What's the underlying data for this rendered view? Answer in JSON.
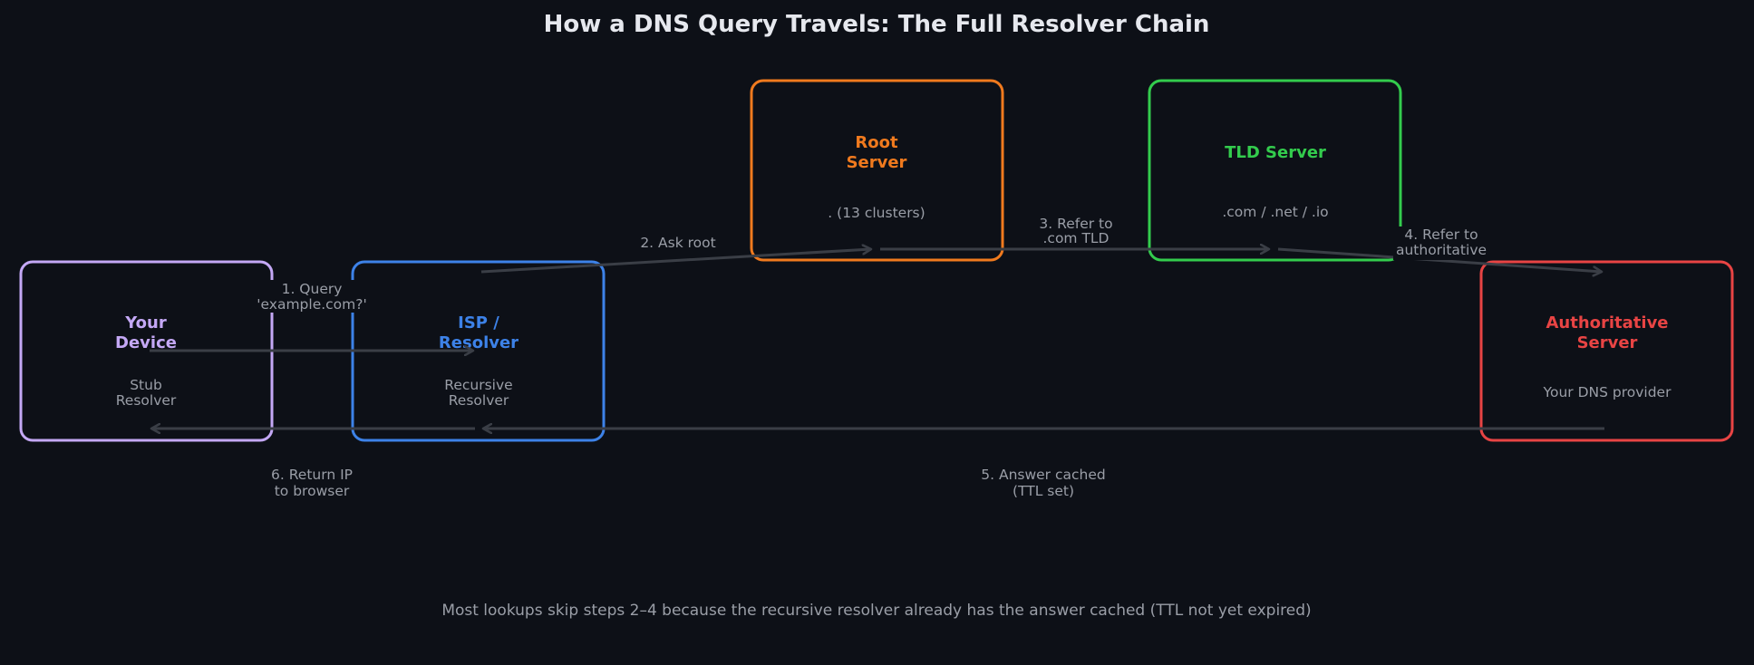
{
  "title": "How a DNS Query Travels: The Full Resolver Chain",
  "colors": {
    "background": "#0d1017",
    "arrow": "#3a3e46",
    "muted_text": "#9a9ea7",
    "title_text": "#e6e8ee",
    "device": "#c4a8f5",
    "isp": "#3d82e8",
    "root": "#f07a1e",
    "tld": "#33cc4d",
    "authoritative": "#e84444"
  },
  "nodes": {
    "device": {
      "title_line1": "Your",
      "title_line2": "Device",
      "sub_line1": "Stub",
      "sub_line2": "Resolver"
    },
    "isp": {
      "title_line1": "ISP /",
      "title_line2": "Resolver",
      "sub_line1": "Recursive",
      "sub_line2": "Resolver"
    },
    "root": {
      "title_line1": "Root",
      "title_line2": "Server",
      "sub_line1": ". (13 clusters)"
    },
    "tld": {
      "title_line1": "TLD Server",
      "sub_line1": ".com / .net / .io"
    },
    "authoritative": {
      "title_line1": "Authoritative",
      "title_line2": "Server",
      "sub_line1": "Your DNS provider"
    }
  },
  "edges": [
    {
      "step": 1,
      "from": "device",
      "to": "isp",
      "label_line1": "1. Query",
      "label_line2": "'example.com?'"
    },
    {
      "step": 2,
      "from": "isp",
      "to": "root",
      "label_line1": "2. Ask root"
    },
    {
      "step": 3,
      "from": "root",
      "to": "tld",
      "label_line1": "3. Refer to",
      "label_line2": ".com TLD"
    },
    {
      "step": 4,
      "from": "tld",
      "to": "authoritative",
      "label_line1": "4. Refer to",
      "label_line2": "authoritative"
    },
    {
      "step": 5,
      "from": "authoritative",
      "to": "isp",
      "label_line1": "5. Answer cached",
      "label_line2": "(TTL set)"
    },
    {
      "step": 6,
      "from": "isp",
      "to": "device",
      "label_line1": "6. Return IP",
      "label_line2": "to browser"
    }
  ],
  "footnote": "Most lookups skip steps 2–4 because the recursive resolver already has the answer cached (TTL not yet expired)"
}
